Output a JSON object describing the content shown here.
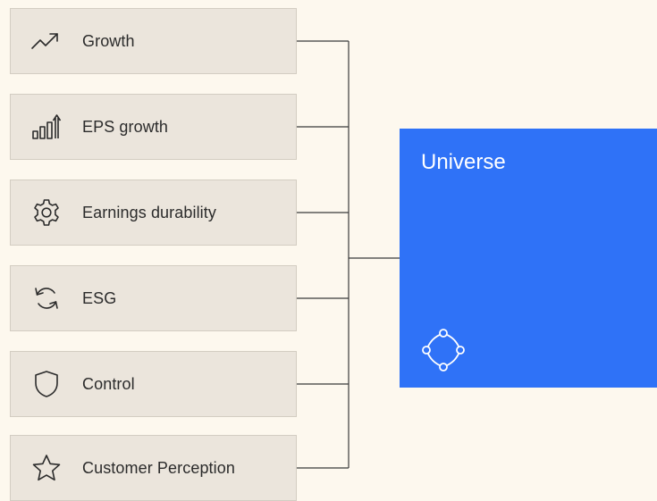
{
  "factors": [
    {
      "label": "Growth",
      "icon": "trend-up-icon"
    },
    {
      "label": "EPS growth",
      "icon": "bar-chart-arrow-icon"
    },
    {
      "label": "Earnings durability",
      "icon": "gear-icon"
    },
    {
      "label": "ESG",
      "icon": "refresh-icon"
    },
    {
      "label": "Control",
      "icon": "shield-icon"
    },
    {
      "label": "Customer Perception",
      "icon": "star-icon"
    }
  ],
  "universe": {
    "title": "Universe",
    "icon": "node-diamond-icon"
  },
  "colors": {
    "background": "#fdf8ee",
    "factor_box": "#ebe5dc",
    "universe_box": "#2f72f7",
    "connector_line": "#3a3a3a"
  }
}
